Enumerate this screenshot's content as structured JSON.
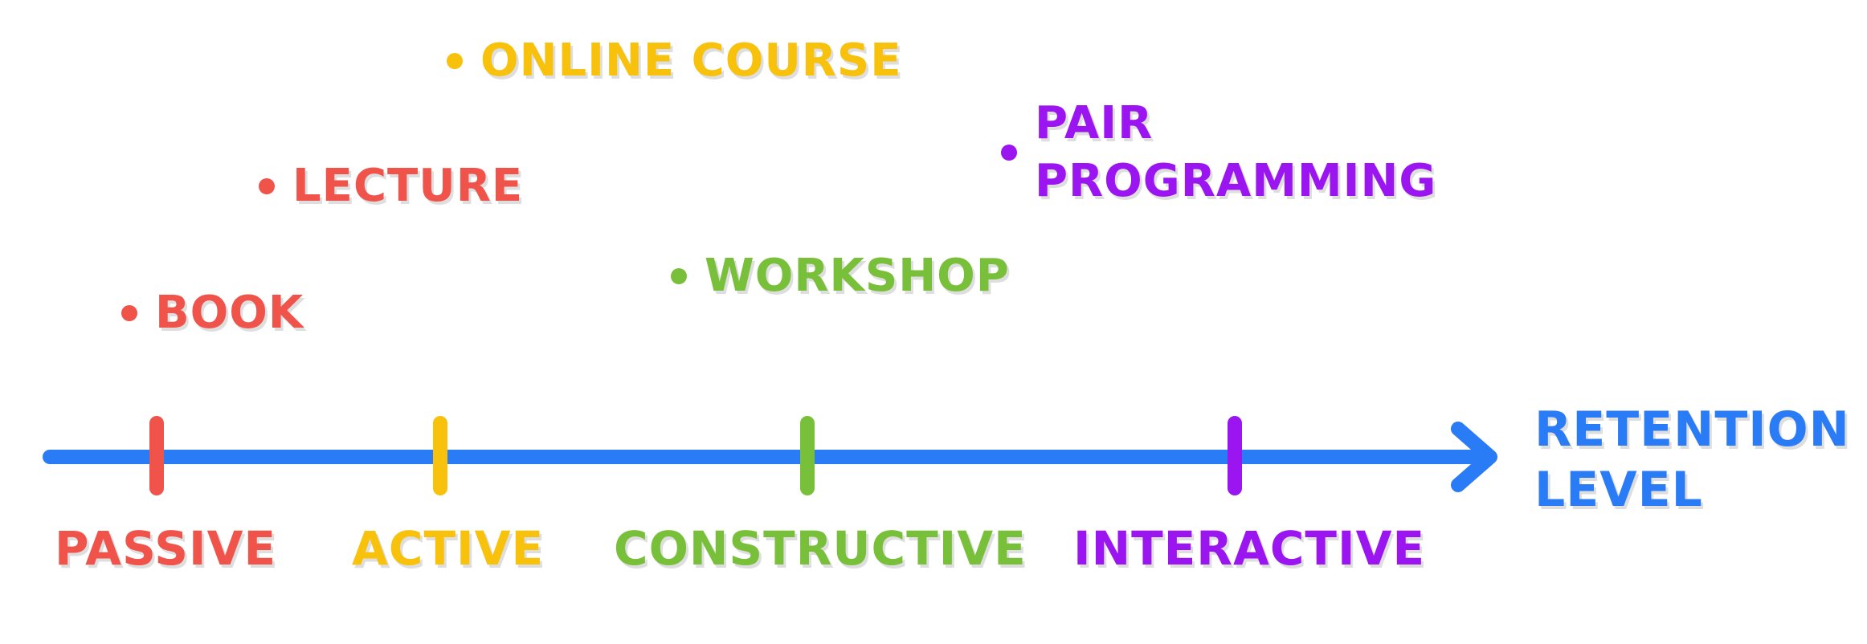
{
  "colors": {
    "axis": "#2a7bf6",
    "passive": "#f0534a",
    "active": "#f8c10b",
    "constructive": "#79c03a",
    "interactive": "#9b15f0"
  },
  "axis": {
    "label_line1": "RETENTION",
    "label_line2": "LEVEL"
  },
  "levels": [
    {
      "label": "PASSIVE",
      "color_key": "passive"
    },
    {
      "label": "ACTIVE",
      "color_key": "active"
    },
    {
      "label": "CONSTRUCTIVE",
      "color_key": "constructive"
    },
    {
      "label": "INTERACTIVE",
      "color_key": "interactive"
    }
  ],
  "items": {
    "book": {
      "label": "BOOK",
      "level": "PASSIVE"
    },
    "lecture": {
      "label": "LECTURE",
      "level": "PASSIVE"
    },
    "online_course": {
      "label": "ONLINE COURSE",
      "level": "ACTIVE"
    },
    "workshop": {
      "label": "WORKSHOP",
      "level": "CONSTRUCTIVE"
    },
    "pair_programming": {
      "line1": "PAIR",
      "line2": "PROGRAMMING",
      "level": "INTERACTIVE"
    }
  }
}
